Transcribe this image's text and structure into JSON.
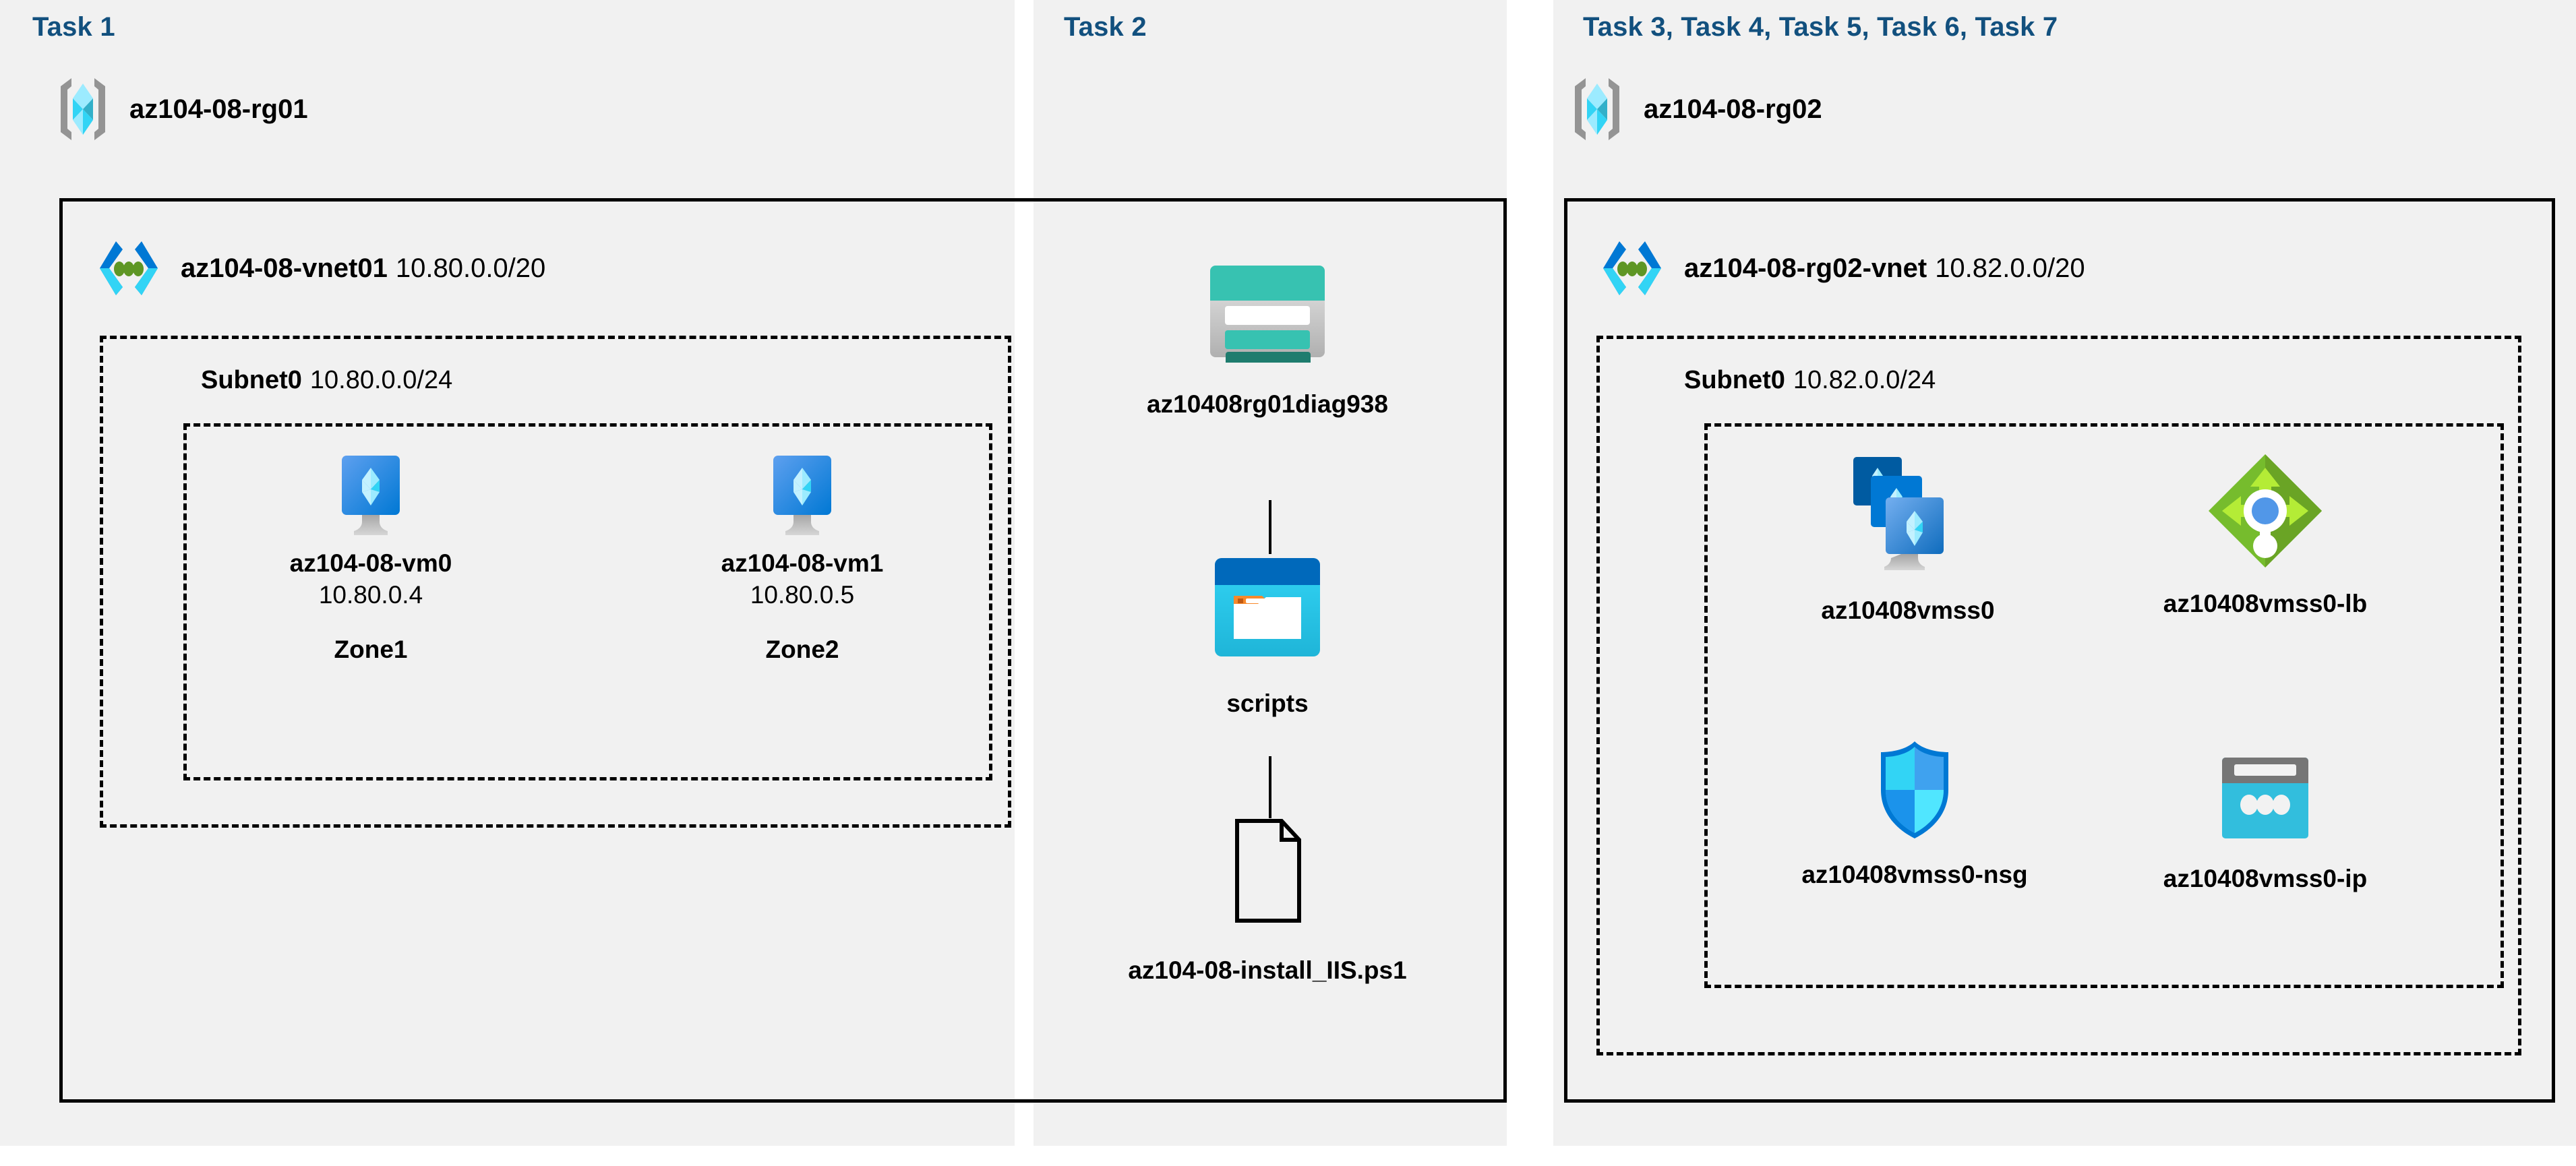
{
  "diagram": {
    "background": "#f1f1f1",
    "title_color": "#12507e",
    "panels": [
      {
        "id": "task1",
        "title": "Task 1"
      },
      {
        "id": "task2",
        "title": "Task 2"
      },
      {
        "id": "task3",
        "title": "Task 3, Task 4, Task 5, Task 6, Task 7"
      }
    ]
  },
  "task1": {
    "title": "Task 1",
    "resource_group": {
      "icon": "resource-group-icon",
      "label": "az104-08-rg01"
    },
    "vnet": {
      "icon": "virtual-network-icon",
      "name": "az104-08-vnet01",
      "cidr": "10.80.0.0/20"
    },
    "subnet": {
      "name": "Subnet0",
      "cidr": "10.80.0.0/24"
    },
    "vms": [
      {
        "icon": "virtual-machine-icon",
        "name": "az104-08-vm0",
        "ip": "10.80.0.4",
        "zone": "Zone1"
      },
      {
        "icon": "virtual-machine-icon",
        "name": "az104-08-vm1",
        "ip": "10.80.0.5",
        "zone": "Zone2"
      }
    ]
  },
  "task2": {
    "title": "Task 2",
    "nodes": [
      {
        "icon": "storage-account-icon",
        "label": "az10408rg01diag938"
      },
      {
        "icon": "blob-container-icon",
        "label": "scripts"
      },
      {
        "icon": "file-icon",
        "label": "az104-08-install_IIS.ps1"
      }
    ]
  },
  "task3": {
    "title": "Task 3, Task 4, Task 5, Task 6, Task 7",
    "resource_group": {
      "icon": "resource-group-icon",
      "label": "az104-08-rg02"
    },
    "vnet": {
      "icon": "virtual-network-icon",
      "name": "az104-08-rg02-vnet",
      "cidr": "10.82.0.0/20"
    },
    "subnet": {
      "name": "Subnet0",
      "cidr": "10.82.0.0/24"
    },
    "resources": [
      {
        "icon": "vm-scale-set-icon",
        "label": "az10408vmss0"
      },
      {
        "icon": "load-balancer-icon",
        "label": "az10408vmss0-lb"
      },
      {
        "icon": "network-security-group-icon",
        "label": "az10408vmss0-nsg"
      },
      {
        "icon": "public-ip-address-icon",
        "label": "az10408vmss0-ip"
      }
    ]
  },
  "colors": {
    "task_title": "#12507e",
    "panel_bg": "#f1f1f1",
    "border": "#000000",
    "rg_bracket": "#949494",
    "rg_cube_light": "#9cebff",
    "rg_cube_mid": "#32d4f5",
    "rg_cube_dark": "#32b0c9",
    "vnet_blue": "#0078d4",
    "vnet_cyan": "#32d4f5",
    "vnet_dot_green": "#5e9624",
    "vm_blue": "#0078d4",
    "vm_stand_gray": "#9e9e9e",
    "storage_teal": "#37c2b1",
    "storage_teal_dark": "#1e7c6e",
    "storage_gray": "#b3b3b3",
    "blob_header_blue": "#0069bb",
    "blob_body_cyan": "#32bedd",
    "blob_tab_orange": "#f7892b",
    "lb_green": "#76bc2d",
    "lb_green_dark": "#6aa425",
    "lb_center_blue": "#5197e8",
    "nsg_cyan": "#32d4f5",
    "nsg_blue": "#1b93eb",
    "nsg_blue_dark": "#0078d4",
    "pip_gray": "#767676",
    "pip_cyan": "#32bedd"
  }
}
